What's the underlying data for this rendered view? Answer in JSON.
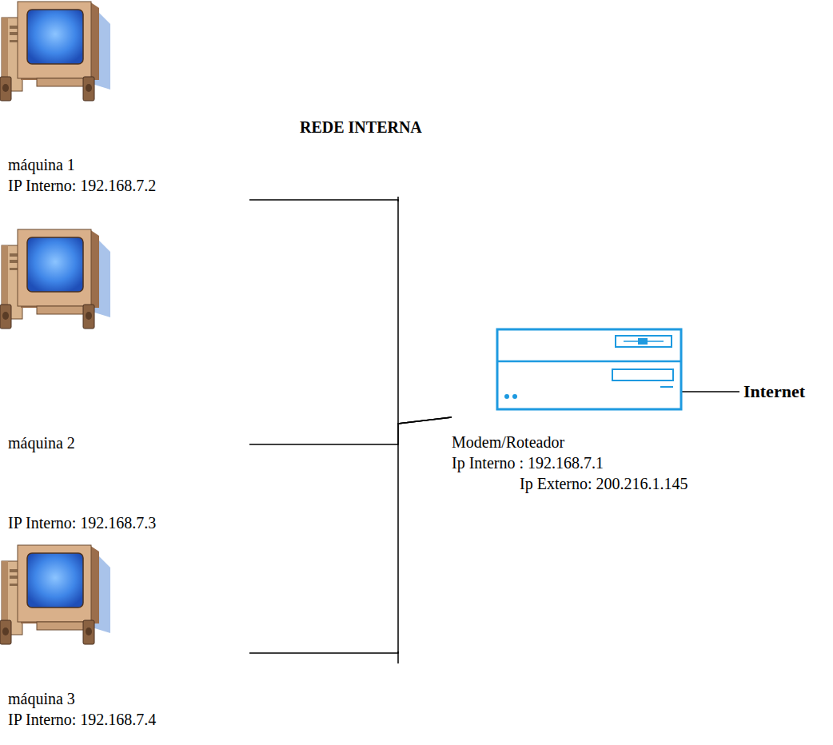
{
  "diagram": {
    "nodes": [
      {
        "text": [
          "máquina 1",
          "IP Interno: 192.168.7.2"
        ]
      },
      {
        "text": [
          "máquina 2",
          "IP Interno: 192.168.7.3"
        ]
      },
      {
        "text": [
          "máquina 3",
          "IP Interno: 192.168.7.4"
        ]
      },
      {
        "text": [
          "Modem/Roteador",
          "Ip Interno : 192.168.7.1",
          "Ip Externo: 200.216.1.145"
        ]
      }
    ],
    "edges": [
      {
        "from": 0,
        "to": 3,
        "arrow": "none"
      },
      {
        "from": 1,
        "to": 3,
        "arrow": "none"
      },
      {
        "from": 2,
        "to": 3,
        "arrow": "none"
      }
    ],
    "labels": [
      "REDE INTERNA",
      "Internet"
    ]
  }
}
